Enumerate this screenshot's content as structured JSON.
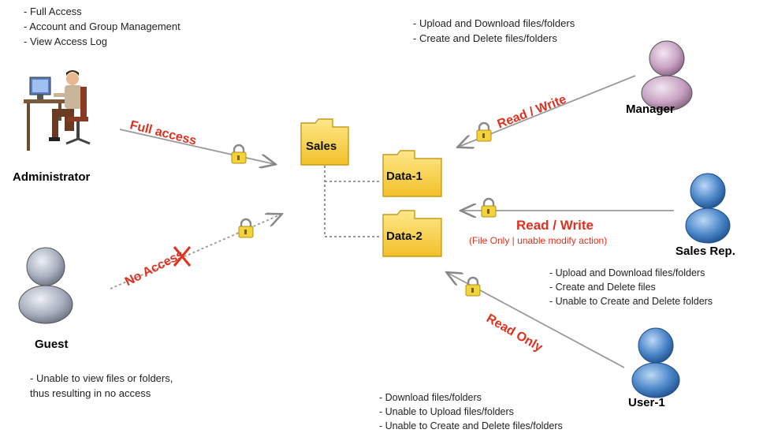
{
  "admin": {
    "label": "Administrator",
    "permissions": [
      "- Full Access",
      "- Account and Group Management",
      "- View Access Log"
    ],
    "access_label": "Full access"
  },
  "guest": {
    "label": "Guest",
    "access_label": "No Access",
    "notes": [
      "- Unable to view files or folders,",
      "thus resulting in no access"
    ]
  },
  "manager": {
    "label": "Manager",
    "access_label": "Read / Write",
    "permissions": [
      "- Upload and Download files/folders",
      "- Create and Delete files/folders"
    ]
  },
  "sales_rep": {
    "label": "Sales Rep.",
    "access_label": "Read / Write",
    "access_sub": "(File Only | unable modify action)",
    "permissions": [
      "- Upload and Download files/folders",
      "- Create and Delete files",
      "- Unable to Create and Delete folders"
    ]
  },
  "user1": {
    "label": "User-1",
    "access_label": "Read Only",
    "permissions": [
      "- Download files/folders",
      "- Unable to Upload files/folders",
      "- Unable to Create and Delete files/folders"
    ]
  },
  "folders": {
    "sales": "Sales",
    "data1": "Data-1",
    "data2": "Data-2"
  },
  "colors": {
    "access_red": "#e0301e",
    "folder_yellow": "#f7d23e",
    "person_blue": "#4a86c8",
    "person_grey": "#a9b0bf",
    "person_pink": "#c8a3c4"
  }
}
